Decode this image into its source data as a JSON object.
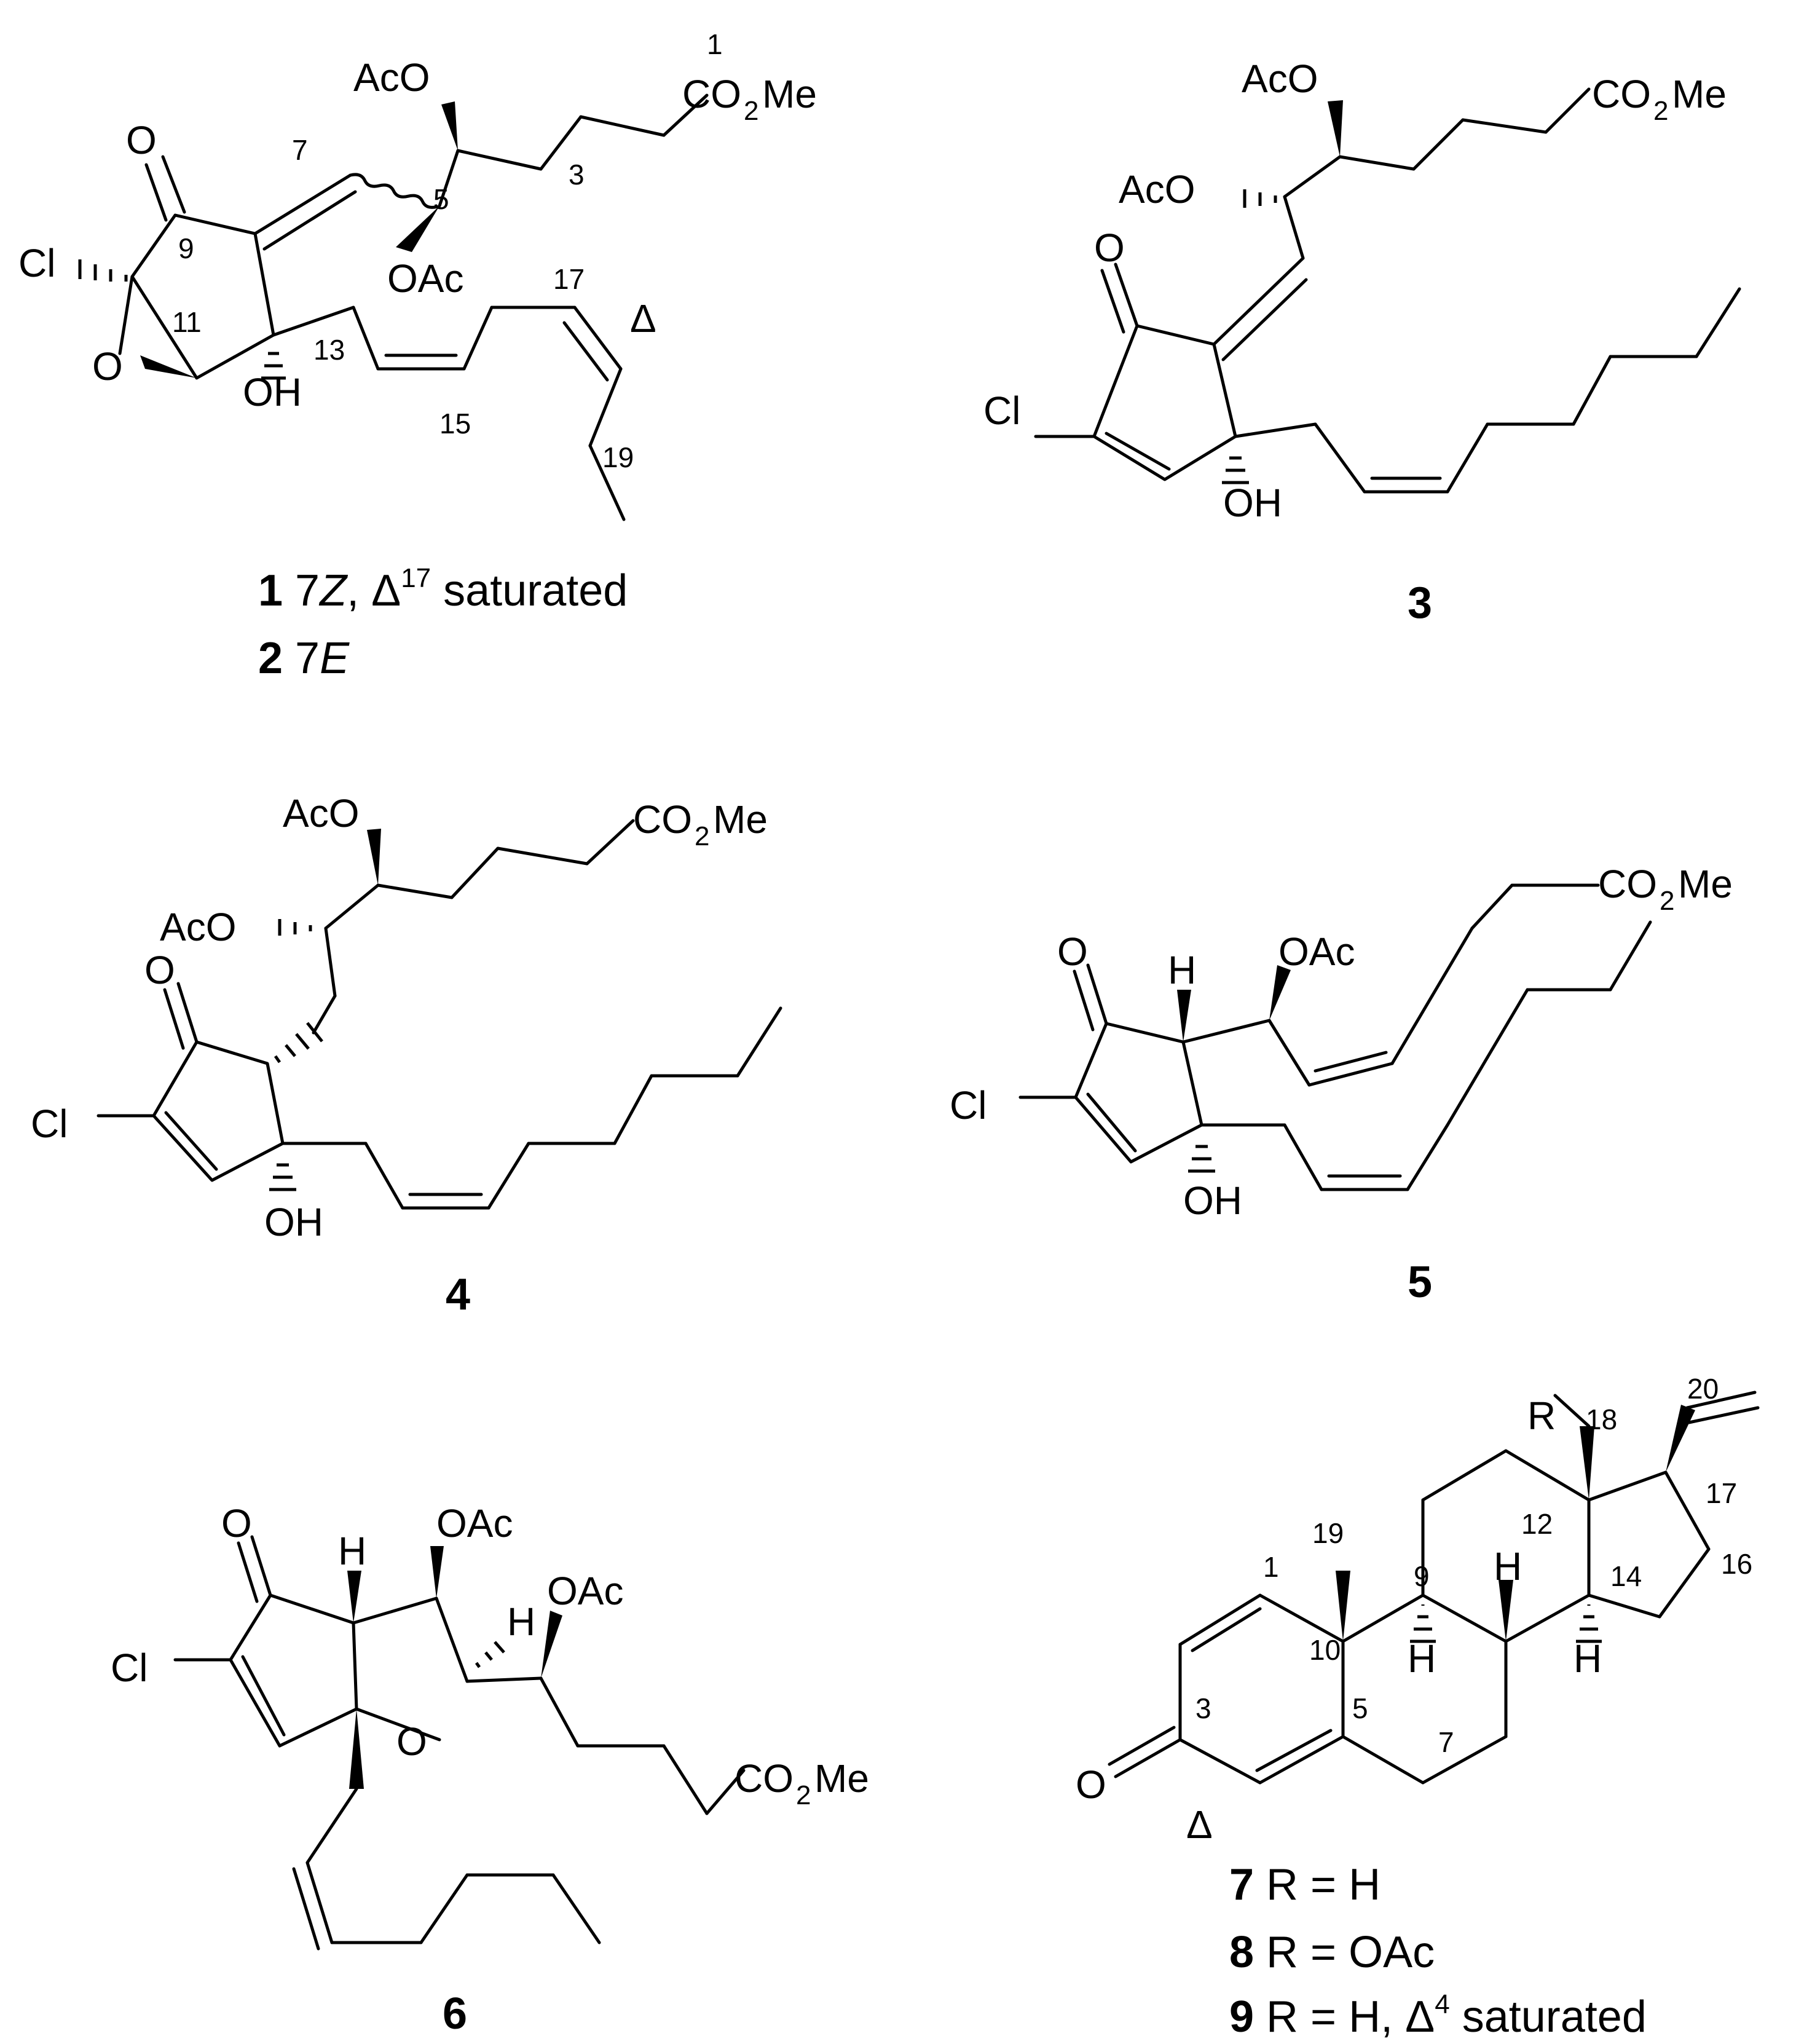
{
  "atoms": {
    "o": "O",
    "cl": "Cl",
    "oh": "OH",
    "h": "H",
    "r": "R",
    "aco": "AcO",
    "oac": "OAc",
    "co2": "CO",
    "two": "2",
    "me": "Me",
    "delta": "Δ"
  },
  "numbers": {
    "n1": "1",
    "n3": "3",
    "n5": "5",
    "n7": "7",
    "n9": "9",
    "n10": "10",
    "n11": "11",
    "n12": "12",
    "n13": "13",
    "n14": "14",
    "n15": "15",
    "n16": "16",
    "n17": "17",
    "n18": "18",
    "n19": "19",
    "n20": "20"
  },
  "captions": {
    "c1_num": "1",
    "c1_text_a": " 7",
    "c1_text_z": "Z",
    "c1_text_b": ", ",
    "c1_delta": "Δ",
    "c1_sup": "17",
    "c1_text_c": " saturated",
    "c2_num": "2",
    "c2_text_a": " 7",
    "c2_text_e": "E",
    "c3_num": "3",
    "c4_num": "4",
    "c5_num": "5",
    "c6_num": "6",
    "c7_num": "7",
    "c7_text": " R = H",
    "c8_num": "8",
    "c8_text": " R = OAc",
    "c9_num": "9",
    "c9_text_a": " R = H, ",
    "c9_delta": "Δ",
    "c9_sup": "4",
    "c9_text_b": " saturated"
  }
}
